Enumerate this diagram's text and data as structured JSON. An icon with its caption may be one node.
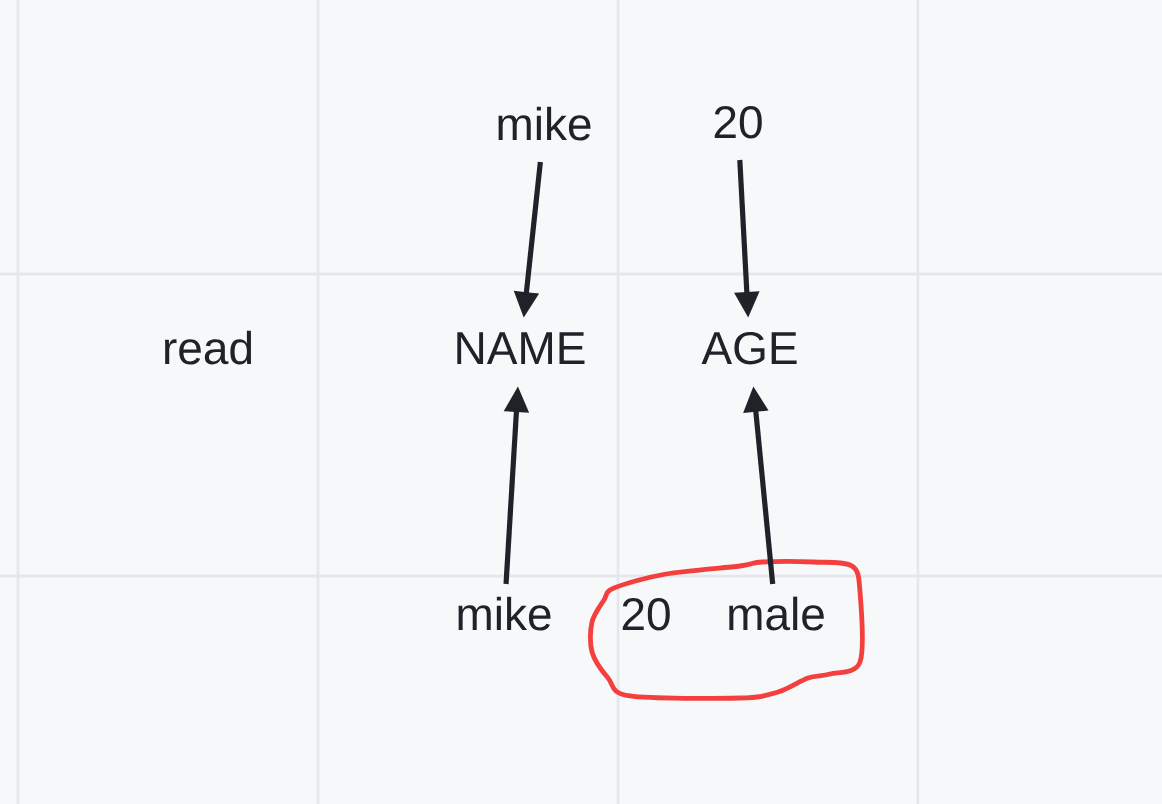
{
  "diagram": {
    "nodes": [
      {
        "text": [
          "mike"
        ]
      },
      {
        "text": [
          "20"
        ]
      },
      {
        "text": [
          "NAME"
        ]
      },
      {
        "text": [
          "AGE"
        ]
      },
      {
        "text": [
          "mike"
        ]
      },
      {
        "text": [],
        "shape": "ellipse"
      },
      {
        "text": [
          "20"
        ],
        "in": 5
      },
      {
        "text": [
          "male"
        ],
        "in": 5
      }
    ],
    "edges": [
      {
        "from": 0,
        "to": 2,
        "arrow": "to"
      },
      {
        "from": 1,
        "to": 3,
        "arrow": "to"
      },
      {
        "from": 4,
        "to": 2,
        "arrow": "to"
      },
      {
        "from": 7,
        "to": 3,
        "arrow": "to"
      }
    ],
    "labels": [
      "read"
    ]
  }
}
